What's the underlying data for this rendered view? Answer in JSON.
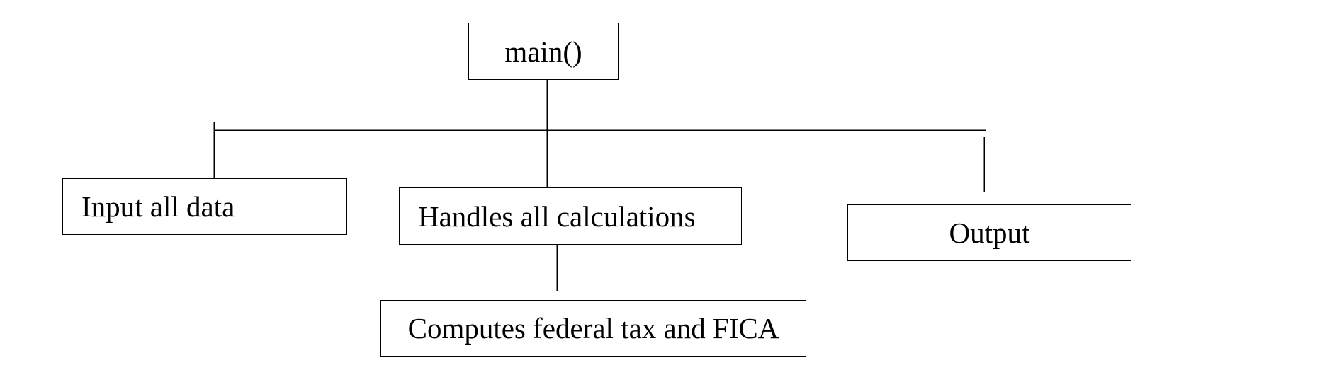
{
  "diagram": {
    "nodes": {
      "main": "main()",
      "input": "Input all data",
      "calculations": "Handles all calculations",
      "output": "Output",
      "fica": "Computes federal tax and FICA"
    },
    "edges": [
      {
        "from": "main",
        "to": "input"
      },
      {
        "from": "main",
        "to": "calculations"
      },
      {
        "from": "main",
        "to": "output"
      },
      {
        "from": "calculations",
        "to": "fica"
      }
    ]
  }
}
